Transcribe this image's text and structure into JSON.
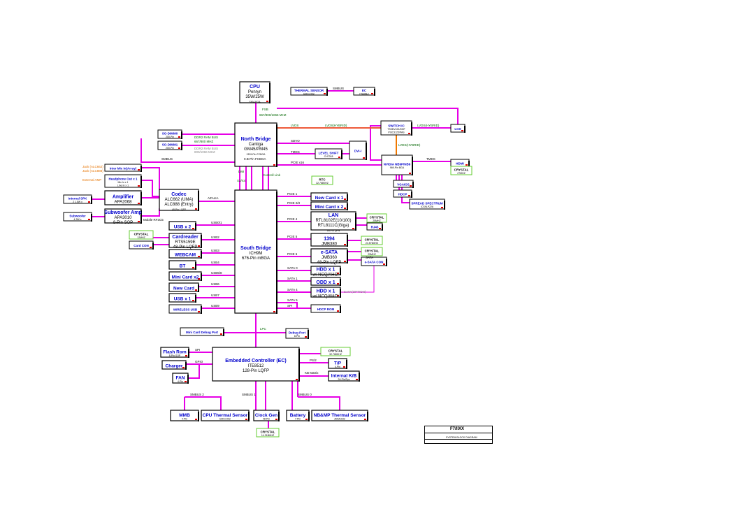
{
  "blocks": [
    {
      "id": "cpu",
      "title": "CPU",
      "sub": [
        "Penryn",
        "35W/25W",
        "SKM-PGA"
      ]
    },
    {
      "id": "thermal-sensor-top",
      "title": "THERMAL SENSOR",
      "sub": [
        "EMC1402"
      ]
    },
    {
      "id": "ec-top",
      "title": "EC",
      "sub": [
        "ITE8512"
      ]
    },
    {
      "id": "north-bridge",
      "title": "North Bridge",
      "sub": [
        "Cantiga",
        "GM45/PM45",
        "1329-Pin FCBGA"
      ]
    },
    {
      "id": "so-dimm-1",
      "title": "SO-DIMM0",
      "sub": [
        "200-Pin"
      ]
    },
    {
      "id": "so-dimm-2",
      "title": "SO-DIMM1",
      "sub": [
        "200-Pin"
      ]
    },
    {
      "id": "switch-ic",
      "title": "SWITCH IC",
      "sub": [
        "TS3DV421/DDF",
        "PI3C3125/PAS"
      ]
    },
    {
      "id": "lcd",
      "title": "LCD",
      "sub": []
    },
    {
      "id": "dvi",
      "title": "DVI-I",
      "sub": []
    },
    {
      "id": "level-shift",
      "title": "LEVEL SHIFT",
      "sub": [
        "CH7318"
      ]
    },
    {
      "id": "nvidia",
      "title": "NVIDIA NB9P/NB9",
      "sub": [
        "969-Pin BGA"
      ]
    },
    {
      "id": "hdmi",
      "title": "HDMI",
      "sub": []
    },
    {
      "id": "crystal-nv",
      "title": "CRYSTAL",
      "sub": [
        "27MHZ"
      ]
    },
    {
      "id": "vgaio",
      "title": "VGAIOS",
      "sub": []
    },
    {
      "id": "hdcp",
      "title": "HDCP",
      "sub": []
    },
    {
      "id": "spread-spectrum",
      "title": "SPREAD SPECTRUM",
      "sub": [
        "ICS9LP226"
      ]
    },
    {
      "id": "south-bridge",
      "title": "South Bridge",
      "sub": [
        "ICH9M",
        "676-Pin mBGA"
      ]
    },
    {
      "id": "rtc",
      "title": "RTC",
      "sub": [
        "32.768KHZ"
      ]
    },
    {
      "id": "codec",
      "title": "Codec",
      "sub": [
        "ALC662 (UMA)",
        "ALC888 (Entry)",
        "48-Pin LQFP"
      ]
    },
    {
      "id": "int-mic",
      "title": "Inter Mic In(Array)",
      "sub": []
    },
    {
      "id": "headphone",
      "title": "Headphone Out x 1",
      "sub": [
        "Mic In x 1",
        "Line In x 1"
      ]
    },
    {
      "id": "amplifier",
      "title": "Amplifier",
      "sub": [
        "APA2068"
      ]
    },
    {
      "id": "int-spk",
      "title": "Internal SPK",
      "sub": [
        "2  1.5W x"
      ]
    },
    {
      "id": "sub-amp",
      "title": "Subwoofer Amp",
      "sub": [
        "APA3010",
        "8-Pin SOP"
      ]
    },
    {
      "id": "subwoofer",
      "title": "Subwoofer",
      "sub": [
        "4  3W x"
      ]
    },
    {
      "id": "new-card-1",
      "title": "New Card x 1",
      "sub": []
    },
    {
      "id": "mini-card-2",
      "title": "Mini Card x 2",
      "sub": []
    },
    {
      "id": "lan",
      "title": "LAN",
      "sub": [
        "RTL8102E(10/100)",
        "RTL8111C(Giga)",
        "64-Pin QFN"
      ]
    },
    {
      "id": "crystal-lan",
      "title": "CRYSTAL",
      "sub": [
        "25MHZ"
      ]
    },
    {
      "id": "rj45",
      "title": "RJ45",
      "sub": []
    },
    {
      "id": "ieee1394",
      "title": "1394",
      "sub": [
        "JMB380"
      ]
    },
    {
      "id": "crystal-1394",
      "title": "CRYSTAL",
      "sub": [
        "24.576MHZ"
      ]
    },
    {
      "id": "esata",
      "title": "e-SATA",
      "sub": [
        "JMB360",
        "48-Pin LQFP"
      ]
    },
    {
      "id": "crystal-esata",
      "title": "CRYSTAL",
      "sub": [
        "25MHZ"
      ]
    },
    {
      "id": "esata-con",
      "title": "e-SATA CON",
      "sub": []
    },
    {
      "id": "hdd1",
      "title": "HDD x 1",
      "sub": [
        "w/ NCQ/AHCI"
      ]
    },
    {
      "id": "odd",
      "title": "ODD x 1",
      "sub": []
    },
    {
      "id": "hdd2",
      "title": "HDD x 1",
      "sub": [
        "w/ NCQ/AHCI"
      ]
    },
    {
      "id": "hdcp-rom",
      "title": "HDCP ROM",
      "sub": []
    },
    {
      "id": "usb2",
      "title": "USB x 2",
      "sub": []
    },
    {
      "id": "cardreader",
      "title": "Cardreader",
      "sub": [
        "RTS5159E",
        "48-Pin LQFP"
      ]
    },
    {
      "id": "crystal-cr",
      "title": "CRYSTAL",
      "sub": [
        "12MHZ"
      ]
    },
    {
      "id": "card-con",
      "title": "Card CON",
      "sub": []
    },
    {
      "id": "webcam",
      "title": "WEBCAM",
      "sub": []
    },
    {
      "id": "bt",
      "title": "BT",
      "sub": []
    },
    {
      "id": "mini-card-x2",
      "title": "Mini Card x2",
      "sub": []
    },
    {
      "id": "new-card",
      "title": "New Card",
      "sub": []
    },
    {
      "id": "usb1",
      "title": "USB x 1",
      "sub": []
    },
    {
      "id": "wireless-usb",
      "title": "WIRELESS USB",
      "sub": []
    },
    {
      "id": "mini-card-debug",
      "title": "Mini Card Debug Port",
      "sub": []
    },
    {
      "id": "debug-port",
      "title": "Debug Port",
      "sub": [
        "8-Pin"
      ]
    },
    {
      "id": "ec",
      "title": "Embedded Controller (EC)",
      "sub": [
        "ITE8512",
        "128-Pin LQFP"
      ]
    },
    {
      "id": "flash-rom",
      "title": "Flash Rom",
      "sub": [
        "8-Pin SOP"
      ]
    },
    {
      "id": "charger",
      "title": "Charger",
      "sub": []
    },
    {
      "id": "fan",
      "title": "FAN",
      "sub": [
        "4-Pin"
      ]
    },
    {
      "id": "crystal-ec",
      "title": "CRYSTAL",
      "sub": [
        "32.768KHZ"
      ]
    },
    {
      "id": "tp",
      "title": "T/P",
      "sub": [
        "4-Pin"
      ]
    },
    {
      "id": "internal-kb",
      "title": "Internal K/B",
      "sub": [
        "26-Pin/Fpc"
      ]
    },
    {
      "id": "mmb",
      "title": "MMB",
      "sub": [
        "4-Pin"
      ]
    },
    {
      "id": "cpu-thermal",
      "title": "CPU Thermal Sensor",
      "sub": [
        "EMC1402"
      ]
    },
    {
      "id": "clock-gen",
      "title": "Clock Gen",
      "sub": [
        "48-Pin"
      ]
    },
    {
      "id": "crystal-clk",
      "title": "CRYSTAL",
      "sub": [
        "14.318MHZ"
      ]
    },
    {
      "id": "battery",
      "title": "Battery",
      "sub": [
        "7-Pin"
      ]
    },
    {
      "id": "nb-thermal",
      "title": "NB&MP Thermal Sensor",
      "sub": [
        "ADM1032"
      ]
    }
  ],
  "labels": {
    "fsb": "FSB",
    "fsb_speed": "667/800/1066 MHZ",
    "ddr2_a": "DDR2 RAM BUS",
    "ddr2_a_speed": "667/800 MHZ",
    "ddr2_b": "DDR2 RAM BUS",
    "ddr2_b_speed": "800/1066 MHZ",
    "smbus": "SMBUS",
    "lvds": "LVDS",
    "lvds_hybrid": "LVDS(HYBRID)",
    "lvds_hybrid2": "LVDS(HYBRID)",
    "lvds_hybrid3": "LVDS(HYBRID)",
    "sdvo": "SDVO",
    "tmds": "TMDS",
    "tmds2": "TMDS",
    "pcie_x16": "PCIE x16",
    "dmi": "DMI",
    "x2x4": "X2/X4",
    "controll_link": "Controll Link",
    "azalia": "AZALIA",
    "pcie1": "PCIE 1",
    "pcie23": "PCIE 2/3",
    "pcie4": "PCIE 4",
    "pcie5": "PCIE 5",
    "pcie6": "PCIE 6",
    "sata": "SATA",
    "sata0": "SATA 0",
    "sata1": "SATA 1",
    "sata4": "SATA 4",
    "sata5": "SATA 5",
    "spi": "SPI",
    "usb0": "USB0/1",
    "usb2": "USB2",
    "usb3": "USB3",
    "usb4": "USB4",
    "usb5": "USB5/8",
    "usb6": "USB6",
    "usb7": "USB7",
    "usb9": "USB9",
    "lpc": "LPC",
    "spi_ec": "SPI",
    "gpio": "GPIO",
    "ps2": "PS/2",
    "kbc": "KB Matrix",
    "smbus2": "SMBUS 2",
    "smbus1": "SMBUS 1",
    "smbus0": "SMBUS 0",
    "jack_l1": "Jack (ALC662)",
    "jack_l2": "Jack (ALC888)",
    "external_amp": "External AMP",
    "mobile_rf": "Mobile RF3C5",
    "nb_uma": "0.B-Pin FCBGA",
    "sata_option": "SATA(OPTION)"
  },
  "title_block": {
    "model": "F7/IIXX",
    "sheet": "SYSTEM BLOCK DIAGRAM"
  },
  "colors": {
    "bus": "#e600e6",
    "hybrid": "#f07800",
    "box_title": "#0000cc",
    "crystal_border": "#66cc33",
    "red_note": "#e60000",
    "green_label": "#006600",
    "orange_note": "#e67300"
  }
}
